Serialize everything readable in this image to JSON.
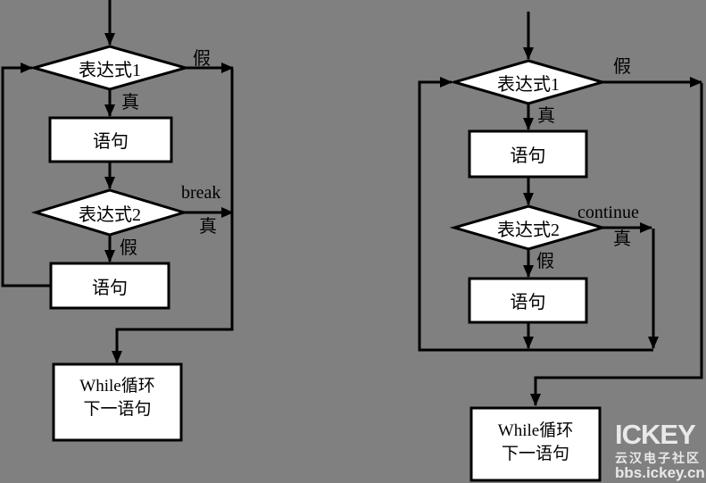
{
  "colors": {
    "background": "#808080",
    "line": "#000000",
    "shape_fill": "#ffffff",
    "watermark": "#e9e9e9"
  },
  "left_chart": {
    "purpose": "while loop with break",
    "decision1": "表达式1",
    "decision1_false": "假",
    "decision1_true": "真",
    "statement1": "语句",
    "decision2": "表达式2",
    "branch_keyword": "break",
    "decision2_true": "真",
    "decision2_false": "假",
    "statement2": "语句",
    "exit_line1": "While循环",
    "exit_line2": "下一语句"
  },
  "right_chart": {
    "purpose": "while loop with continue",
    "decision1": "表达式1",
    "decision1_false": "假",
    "decision1_true": "真",
    "statement1": "语句",
    "decision2": "表达式2",
    "branch_keyword": "continue",
    "decision2_true": "真",
    "decision2_false": "假",
    "statement2": "语句",
    "exit_line1": "While循环",
    "exit_line2": "下一语句"
  },
  "watermark": {
    "logo": "ICKEY",
    "community": "云汉电子社区",
    "site": "bbs.ickey.cn"
  }
}
